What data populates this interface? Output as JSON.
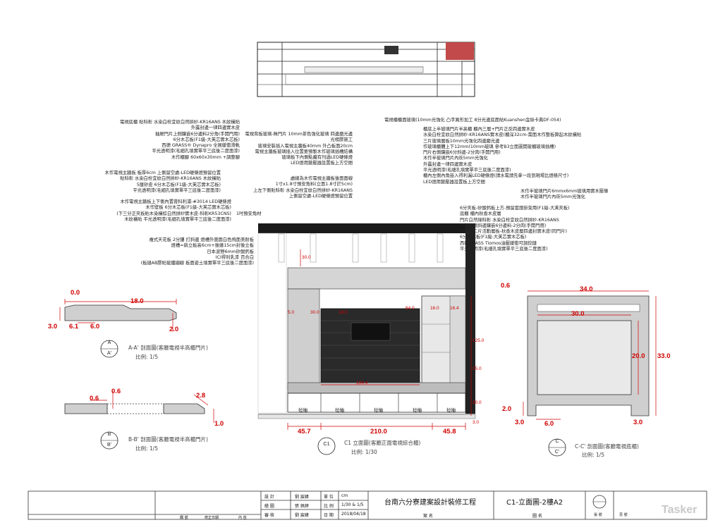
{
  "plan_notes_left": [
    "電視底櫃 貼科彰 水染白栓宜紋白然拼紗-KR16ANS 木紋橫貼",
    "外露封邊一律四邊實木皮",
    "抽屜門片上側鑲嵌6分邊料2分角(手開門用)",
    "6分木芯板(F1級-大芙芯實木芯板)",
    "西德 GRASS® Dynapro 全展緩衝滑軌",
    "平光透明漆(毛細孔填實單平三底後二度面漆)",
    "木作櫃腳 60x60x30mm +調整腳"
  ],
  "plan_notes_mid": [
    "電視背板玻璃-無門片 10mm茶色強化玻璃 四邊磨光邊",
    "光榜膠施工",
    "玻璃安裝插入電視主牆板40mm 外凸板面20cm",
    "電視主牆板玻璃插入位置要預製木作玻璃插槽結構",
    "玻璃板下內側點藏有刊過LED硬條燈",
    "LED燈用變壓器設置板上方空間"
  ],
  "elev_notes_left1": [
    "木作電視主牆板 板厚6cm 上側留空處-LED硬條燈預留位置",
    "貼科彰 水染白栓宜紋白然拼紗-KR16ANS 木紋橫貼",
    "5厘矽皮 6分木芯板(F1級-大芙芯實木芯板)",
    "平光透明漆(毛細孔填實單平三底後二度面漆)"
  ],
  "elev_notes_left2": [
    "木作電視主牆板上下側內置膏科利浦-#3014 LED硬條燈",
    "木作壁板 6分木芯板(F1級-大芙芯實木芯板)",
    "(下三分正夾板貼木染橫棕白然拼紗實木皮-科彰KR53CNS)",
    "木紋橫貼 平光透明漆(毛細孔填實單平三底後二度面漆)"
  ],
  "elev_notes_mid": [
    "處線為木作電視主牆板後面面線",
    "1寸x1.8寸預安角料(立面1.8寸於5cm)",
    "上左下側貼科彰 水染白栓宜紋白然拼紗-KR16ANS",
    "上側留空處-LED硬條燈預留位置"
  ],
  "elev_note_inline": "1吋預安角材",
  "elev_notes_left3": [
    "複式天花板 2分鏤 打斜邊 燈槽外圍面白色飛面美耐板",
    "燈槽=肩立板高6cm+後緣15cm封後立板",
    "日本波野6mm矽酸鈣板",
    "ICI得利乳漆 百合白",
    "(板縫AB膠貼玻纖繃線 板面姿土填實單平三底後二度面漆)"
  ],
  "plan_notes_right1": "電視櫃櫃面玻璃(10mm光強化 凸字異形加工 8分光邊底面貼Kuanshen金絲卡典DF-054)",
  "elev_notes_right1": [
    "櫃底上半玻璃門片半高櫃 櫃內三層+門片正反四邊實木皮",
    "水染白栓宜紋白然拼紗-KR16ANS實木皮(櫃深32cm-需面木作整板算起木紋橫貼",
    "三片玻璃層板10mm光強化四邊磨光邊",
    "作玻璃櫃體上下12mm(10mm玻璃 參考B3立面圖開玻櫃玻璃插槽)",
    "門片右側鑲嵌6分斜邊-2分肉(手開門用)",
    "木作半玻璃門片內崁5mm光強化",
    "外露封邊一律四邊實木皮",
    "平光透明漆(毛細孔填實單平三底後二度面漆)",
    "櫃內左側內角嵌入得利漏LED硬條燈(請水電請先拿一段到現場比燈條尺寸)",
    "LED燈用變壓器設置板上方空間"
  ],
  "elev_notes_right2": [
    "木作半玻璃門片6mmx6mm玻璃用實木壓條",
    "木作半玻璃門片內崁5mm光強化"
  ],
  "elev_notes_right3": [
    "6分夾板-矽酸鈣板上方-預留套圍掛架用(F1級-大芙夾板)",
    "底櫃 櫃內秋香木皮層",
    "門片白然綠科彰 水染白栓宜紋白然拼紗-KR16ANS",
    "門片左側斜邊鑲嵌6分邊料-2分肉(手開門用)",
    "每櫃各二片活動層板-秋香木皮層四邊封實木皮(同門片)",
    "6分木芯板(F1級-大芙芯實木芯板)",
    "西德GRASS Tiomos油壓緩衝可調鉸鏈",
    "平光透明漆(毛細孔填實單平三底後二度面漆)"
  ],
  "section_aa": {
    "dims": [
      "0.0",
      "18.0",
      "3.0",
      "6.1",
      "6.0",
      "2.0"
    ],
    "marker": "A",
    "marker_sub": "A'",
    "title": "A-A' 剖面圖(客廳電視半高櫃門片)",
    "scale": "比例: 1/5"
  },
  "section_bb": {
    "dims": [
      "0.6",
      "0.6",
      "2.8",
      "1.0"
    ],
    "marker": "B",
    "marker_sub": "B'",
    "title": "B-B' 剖面圖(客廳電視半高櫃門片)",
    "scale": "比例: 1/5"
  },
  "section_cc": {
    "dims": [
      "0.6",
      "34.0",
      "30.0",
      "20.0",
      "33.0",
      "2.0",
      "3.0",
      "6.0",
      "3.0"
    ],
    "marker": "C",
    "marker_sub": "C'",
    "title": "C-C' 剖面圖(客廳電視底櫃)",
    "scale": "比例: 1/5"
  },
  "elevation": {
    "dims_bottom": [
      "45.7",
      "210.0",
      "45.8"
    ],
    "dims_side": [
      "125.0",
      "25.0",
      "30.0",
      "3.0"
    ],
    "dims_small": [
      "30.0",
      "5.0",
      "194.4",
      "30.0",
      "16.0",
      "64.0",
      "16.4",
      "18.0"
    ],
    "drawer_labels": [
      "拉抽",
      "拉抽",
      "拉抽",
      "拉抽",
      "拉抽"
    ],
    "marker": "C1",
    "title": "C1 立面圖(客廳正面電視綜合櫃)",
    "scale": "比例: 1/30"
  },
  "title_block": {
    "row_labels": [
      "設 計",
      "繪 圖",
      "審 核"
    ],
    "names": [
      "劉 宸緯",
      "張 佩婷",
      "劉 宸緯"
    ],
    "unit_label": "單 位",
    "unit": "cm",
    "scale_label": "比 例",
    "scale": "1/30 & 1/5",
    "date_label": "日 期",
    "date": "2018/04/18",
    "project": "台南六分寮建案設計裝修工程",
    "project_sub": "案 名",
    "drawing_title": "C1-立面圖-2樓A2",
    "drawing_sub": "圖 名",
    "rev_headers": [
      "欄 號",
      "修正日期",
      "內 容"
    ],
    "sheet_labels": [
      "張 號",
      "頁 號"
    ]
  },
  "watermark": "Tasker"
}
